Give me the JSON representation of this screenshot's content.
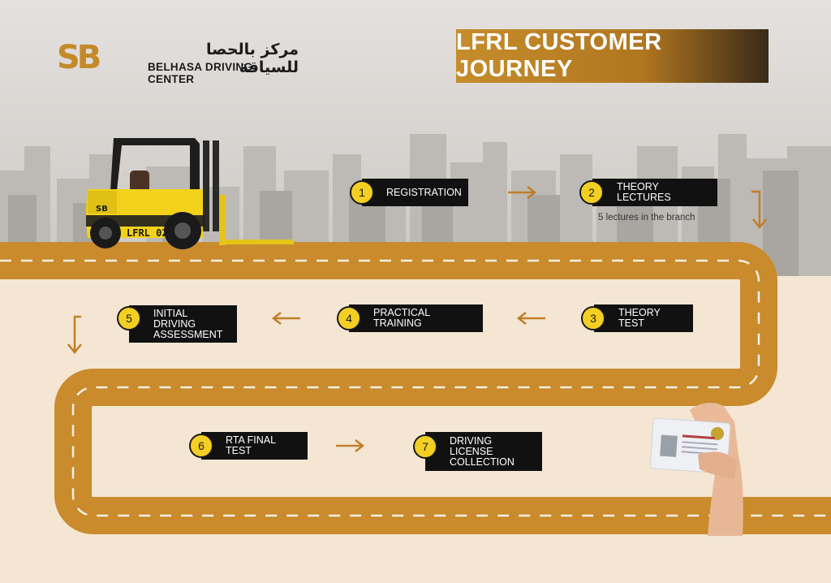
{
  "logo": {
    "mark": "SB",
    "arabic": "مركز بالحصا للسياقة",
    "english": "BELHASA DRIVING CENTER"
  },
  "title": "LFRL CUSTOMER JOURNEY",
  "forklift": {
    "label": "LFRL 02",
    "badge": "SB"
  },
  "steps": [
    {
      "number": "1",
      "label": "REGISTRATION"
    },
    {
      "number": "2",
      "label": "THEORY LECTURES",
      "note": "5 lectures in the branch"
    },
    {
      "number": "3",
      "label": "THEORY TEST"
    },
    {
      "number": "4",
      "label": "PRACTICAL TRAINING"
    },
    {
      "number": "5",
      "label": "INITIAL DRIVING ASSESSMENT"
    },
    {
      "number": "6",
      "label": "RTA FINAL TEST"
    },
    {
      "number": "7",
      "label": "DRIVING LICENSE COLLECTION"
    }
  ],
  "colors": {
    "road": "#c98b2c",
    "badge": "#f3cf23",
    "step_box": "#111111",
    "arrow": "#c07e2a",
    "forklift": "#f2d21a"
  }
}
